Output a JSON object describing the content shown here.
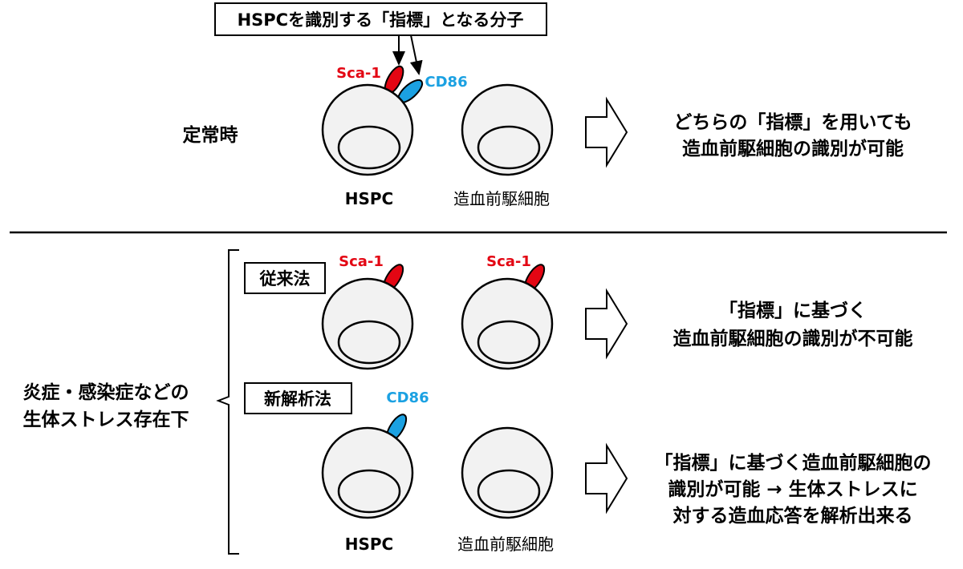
{
  "colors": {
    "sca1": "#e30613",
    "cd86": "#1ba1e2",
    "stroke": "#000000",
    "cell_fill": "#f2f2f2",
    "text": "#000000"
  },
  "top": {
    "marker_box": "HSPCを識別する「指標」となる分子",
    "condition": "定常時",
    "sca1_label": "Sca-1",
    "cd86_label": "CD86",
    "hspc_label": "HSPC",
    "progenitor_label": "造血前駆細胞",
    "result_lines": [
      "どちらの「指標」を用いても",
      "造血前駆細胞の識別が可能"
    ]
  },
  "bottom": {
    "condition_lines": [
      "炎症・感染症などの",
      "生体ストレス存在下"
    ],
    "conventional": {
      "method": "従来法",
      "hspc_marker": "Sca-1",
      "progenitor_marker": "Sca-1",
      "result_lines": [
        "「指標」に基づく",
        "造血前駆細胞の識別が不可能"
      ]
    },
    "new": {
      "method": "新解析法",
      "hspc_marker": "CD86",
      "hspc_label": "HSPC",
      "progenitor_label": "造血前駆細胞",
      "result_lines": [
        "「指標」に基づく造血前駆細胞の",
        "識別が可能 → 生体ストレスに",
        "対する造血応答を解析出来る"
      ]
    }
  }
}
